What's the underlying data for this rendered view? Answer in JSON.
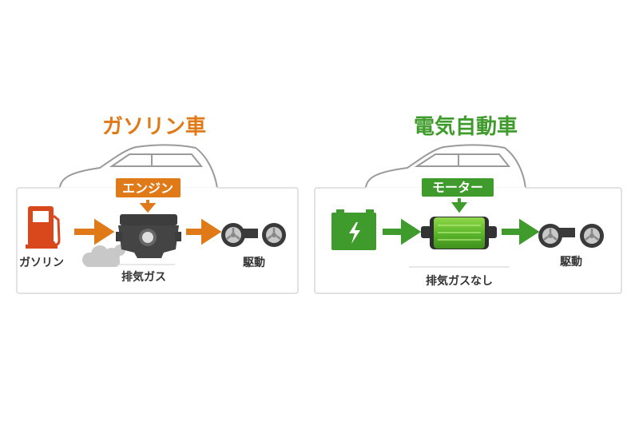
{
  "gasoline": {
    "title": "ガソリン車",
    "component_label": "エンジン",
    "source_label": "ガソリン",
    "exhaust_label": "排気ガス",
    "drive_label": "駆動"
  },
  "electric": {
    "title": "電気自動車",
    "component_label": "モーター",
    "exhaust_label": "排気ガスなし",
    "drive_label": "駆動"
  },
  "colors": {
    "gas_accent": "#e07a18",
    "ev_accent": "#3f9b2c",
    "text": "#333333",
    "outline": "#9a9a9a"
  }
}
